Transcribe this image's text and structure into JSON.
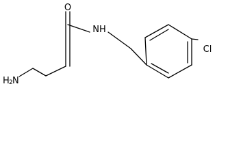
{
  "structure": {
    "atoms": {
      "oxygen": "O",
      "amide_nitrogen": "NH",
      "amine_nitrogen_prefix": "H",
      "amine_nitrogen_subscript": "2",
      "amine_nitrogen": "N",
      "chlorine": "Cl"
    }
  }
}
